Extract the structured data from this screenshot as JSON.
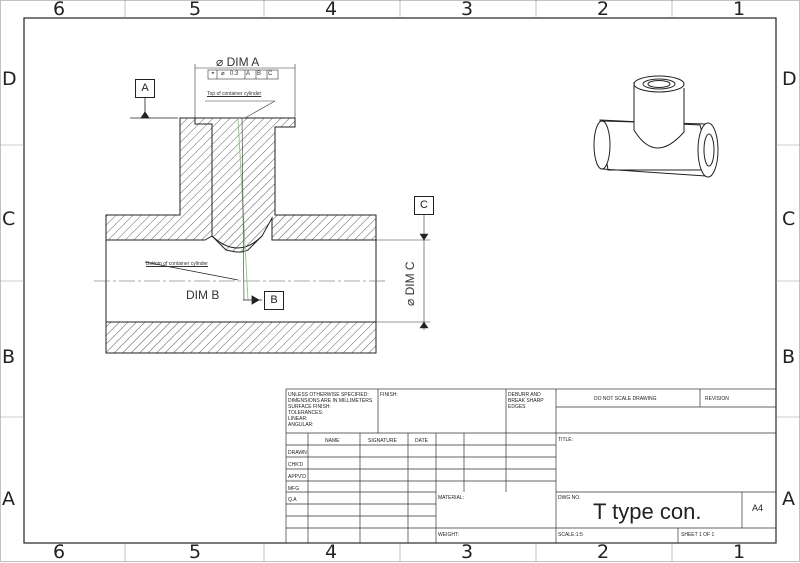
{
  "sheet": {
    "zones_horizontal": [
      "6",
      "5",
      "4",
      "3",
      "2",
      "1"
    ],
    "zones_vertical": [
      "D",
      "C",
      "B",
      "A"
    ]
  },
  "annotations": {
    "dim_a": "DIM A",
    "dim_a_symbol": "⌀",
    "dim_b": "DIM B",
    "dim_c": "DIM C",
    "dim_c_symbol": "⌀",
    "top_note": "Top of container cylinder",
    "bottom_note": "Bottom of container cylinder",
    "fcf": {
      "symbol": "⌖",
      "diameter": "⌀",
      "tolerance": "0.3",
      "datums": [
        "A",
        "B",
        "C"
      ]
    },
    "datum_a": "A",
    "datum_b": "B",
    "datum_c": "C"
  },
  "title_block": {
    "general_notes": "UNLESS OTHERWISE SPECIFIED:\nDIMENSIONS ARE IN MILLIMETERS\nSURFACE FINISH:\nTOLERANCES:\n   LINEAR:\n   ANGULAR:",
    "finish": "FINISH:",
    "deburr": "DEBURR AND\nBREAK SHARP\nEDGES",
    "do_not_scale": "DO NOT SCALE DRAWING",
    "revision": "REVISION",
    "columns": [
      "NAME",
      "SIGNATURE",
      "DATE"
    ],
    "rows": [
      "DRAWN",
      "CHK'D",
      "APPV'D",
      "MFG",
      "Q.A"
    ],
    "title_label": "TITLE:",
    "material_label": "MATERIAL:",
    "weight_label": "WEIGHT:",
    "dwg_no_label": "DWG NO.",
    "dwg_no": "T type con.",
    "size": "A4",
    "scale": "SCALE:1:5",
    "sheet": "SHEET 1 OF 1"
  },
  "colors": {
    "line": "#222222",
    "hatch": "#333333",
    "centerline": "#88c878"
  }
}
